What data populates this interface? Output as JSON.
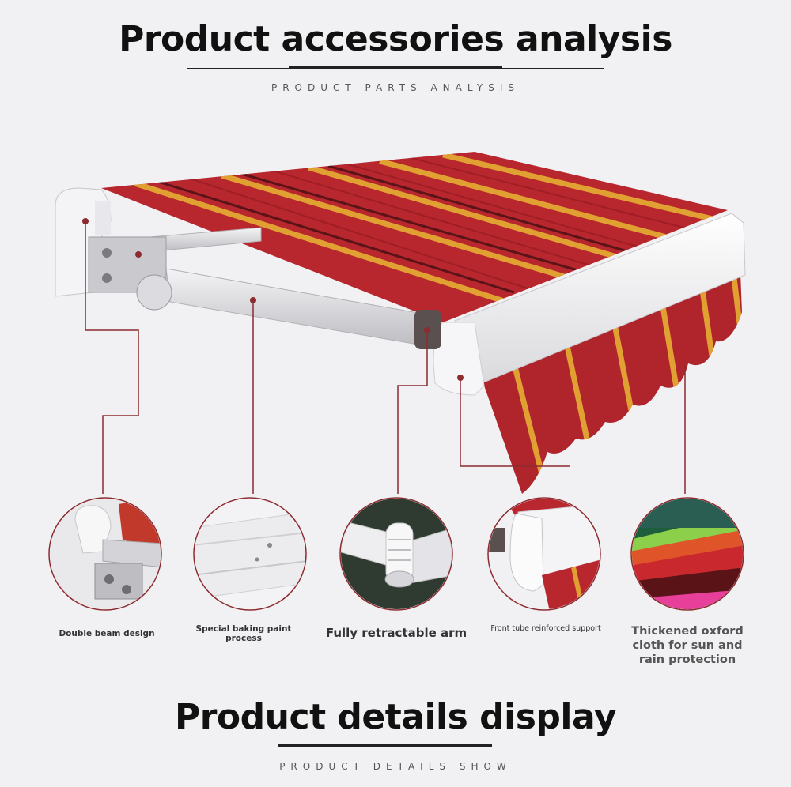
{
  "header": {
    "title": "Product accessories analysis",
    "subtitle": "PRODUCT PARTS ANALYSIS"
  },
  "features": [
    {
      "label": "Double beam design"
    },
    {
      "label": "Special baking paint process"
    },
    {
      "label": "Fully retractable arm"
    },
    {
      "label": "Front tube reinforced support"
    },
    {
      "label": "Thickened oxford cloth for sun and rain protection"
    }
  ],
  "footer": {
    "title": "Product details display",
    "subtitle": "PRODUCT DETAILS SHOW"
  },
  "colors": {
    "accent_line": "#8c2b30",
    "fabric_red": "#b8262e",
    "fabric_stripe": "#e0a030",
    "frame_white": "#f4f4f4"
  }
}
